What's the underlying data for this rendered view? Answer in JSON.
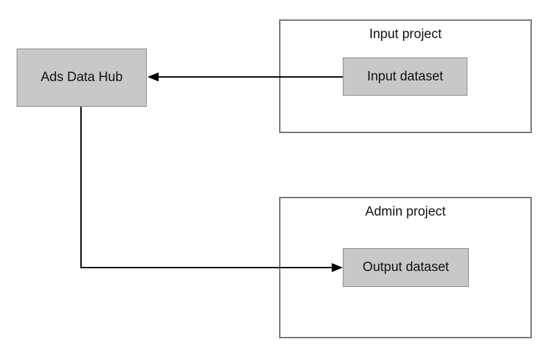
{
  "diagram": {
    "nodes": {
      "ads_data_hub": {
        "label": "Ads Data Hub"
      },
      "input_dataset": {
        "label": "Input dataset"
      },
      "output_dataset": {
        "label": "Output dataset"
      }
    },
    "containers": {
      "input_project": {
        "title": "Input project"
      },
      "admin_project": {
        "title": "Admin project"
      }
    },
    "edges": [
      {
        "from": "input_dataset",
        "to": "ads_data_hub",
        "style": "straight-horizontal",
        "arrowhead": "left"
      },
      {
        "from": "ads_data_hub",
        "to": "output_dataset",
        "style": "elbow-down-right",
        "arrowhead": "right"
      }
    ],
    "colors": {
      "node_fill": "#c8c8c8",
      "node_border": "#8a8a8a",
      "container_border": "#757575",
      "arrow": "#000000",
      "background": "#ffffff",
      "text": "#111111"
    }
  }
}
